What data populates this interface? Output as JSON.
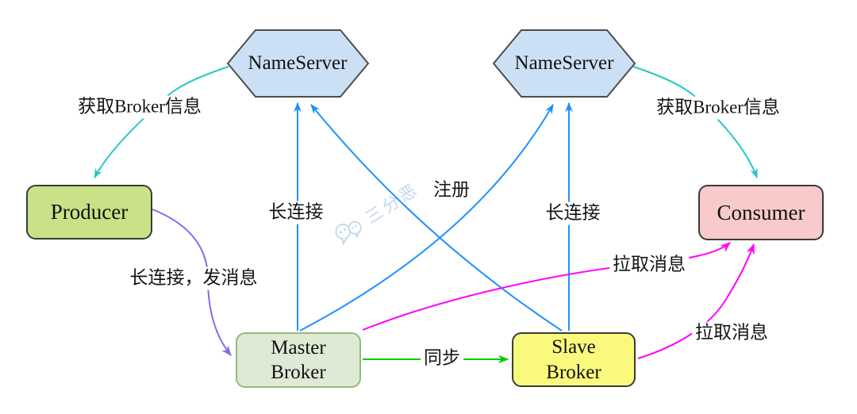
{
  "diagram": {
    "nodes": {
      "nameserver1": {
        "label": "NameServer"
      },
      "nameserver2": {
        "label": "NameServer"
      },
      "producer": {
        "label": "Producer"
      },
      "consumer": {
        "label": "Consumer"
      },
      "master_broker": {
        "label_line1": "Master",
        "label_line2": "Broker"
      },
      "slave_broker": {
        "label_line1": "Slave",
        "label_line2": "Broker"
      }
    },
    "edge_labels": {
      "get_broker_info_left": "获取Broker信息",
      "get_broker_info_right": "获取Broker信息",
      "long_connection_left": "长连接",
      "long_connection_right": "长连接",
      "register": "注册",
      "long_connection_send": "长连接，发消息",
      "sync": "同步",
      "pull_message_upper": "拉取消息",
      "pull_message_lower": "拉取消息"
    },
    "edges": [
      {
        "from": "NameServer (left)",
        "to": "Producer",
        "label": "获取Broker信息",
        "color": "#28c8c4"
      },
      {
        "from": "NameServer (right)",
        "to": "Consumer",
        "label": "获取Broker信息",
        "color": "#28c8c4"
      },
      {
        "from": "Master Broker",
        "to": "NameServer (left)",
        "label": "长连接",
        "color": "#2090ff"
      },
      {
        "from": "Slave Broker",
        "to": "NameServer (right)",
        "label": "长连接",
        "color": "#2090ff"
      },
      {
        "from": "Master Broker",
        "to": "NameServer (right)",
        "label": "注册",
        "color": "#2090ff"
      },
      {
        "from": "Slave Broker",
        "to": "NameServer (left)",
        "label": "注册",
        "color": "#2090ff"
      },
      {
        "from": "Producer",
        "to": "Master Broker",
        "label": "长连接，发消息",
        "color": "#7a6ff0"
      },
      {
        "from": "Master Broker",
        "to": "Slave Broker",
        "label": "同步",
        "color": "#00cc00"
      },
      {
        "from": "Master Broker",
        "to": "Consumer",
        "label": "拉取消息",
        "color": "#ff00ff"
      },
      {
        "from": "Slave Broker",
        "to": "Consumer",
        "label": "拉取消息",
        "color": "#ff00ff"
      }
    ],
    "watermark": {
      "text": "三分恶"
    },
    "colors": {
      "nameserver_fill": "#cce0f5",
      "producer_fill": "#c9e287",
      "consumer_fill": "#f9caca",
      "master_fill": "#dfead5",
      "master_border": "#95ba7b",
      "slave_fill": "#f9f97d",
      "node_border": "#3a3a3a",
      "edge_teal": "#28c8c4",
      "edge_blue": "#2090ff",
      "edge_purple": "#7a6ff0",
      "edge_green": "#00cc00",
      "edge_magenta": "#ff00ff",
      "watermark_color": "#bcd7f0"
    }
  }
}
